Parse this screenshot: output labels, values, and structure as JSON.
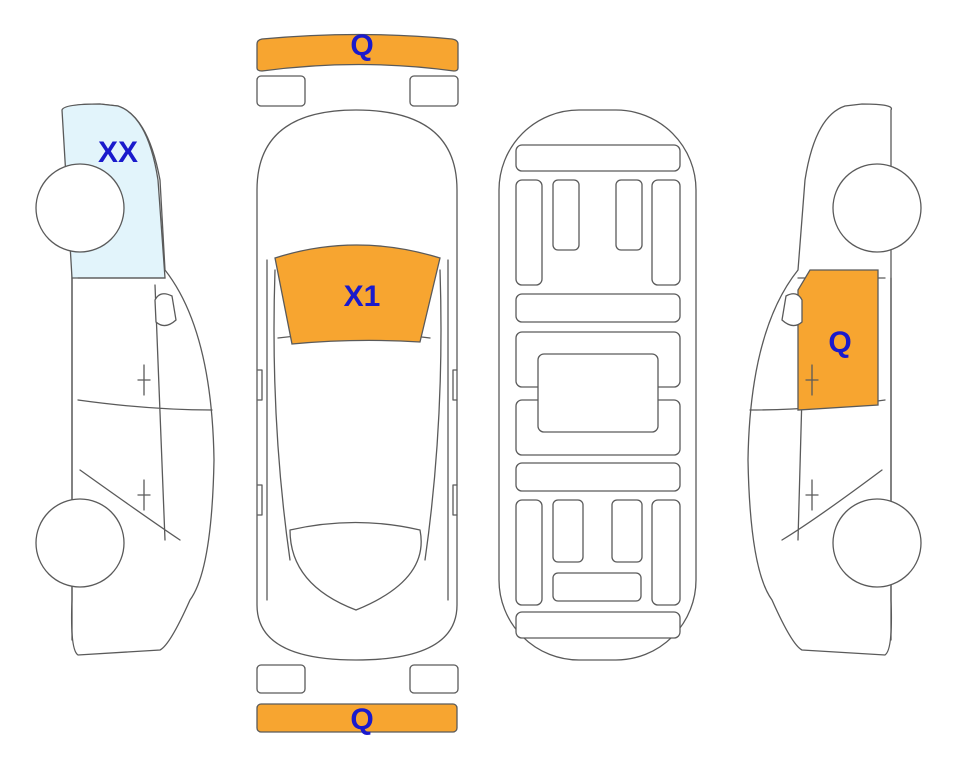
{
  "colors": {
    "damage_orange": "#F7A530",
    "light_blue": "#E2F4FB",
    "label_blue": "#1A1ACC",
    "outline": "#5A5A5A"
  },
  "labels": {
    "front_bumper": "Q",
    "rear_bumper": "Q",
    "windshield": "X1",
    "left_rear_window": "XX",
    "right_rear_door": "Q"
  }
}
